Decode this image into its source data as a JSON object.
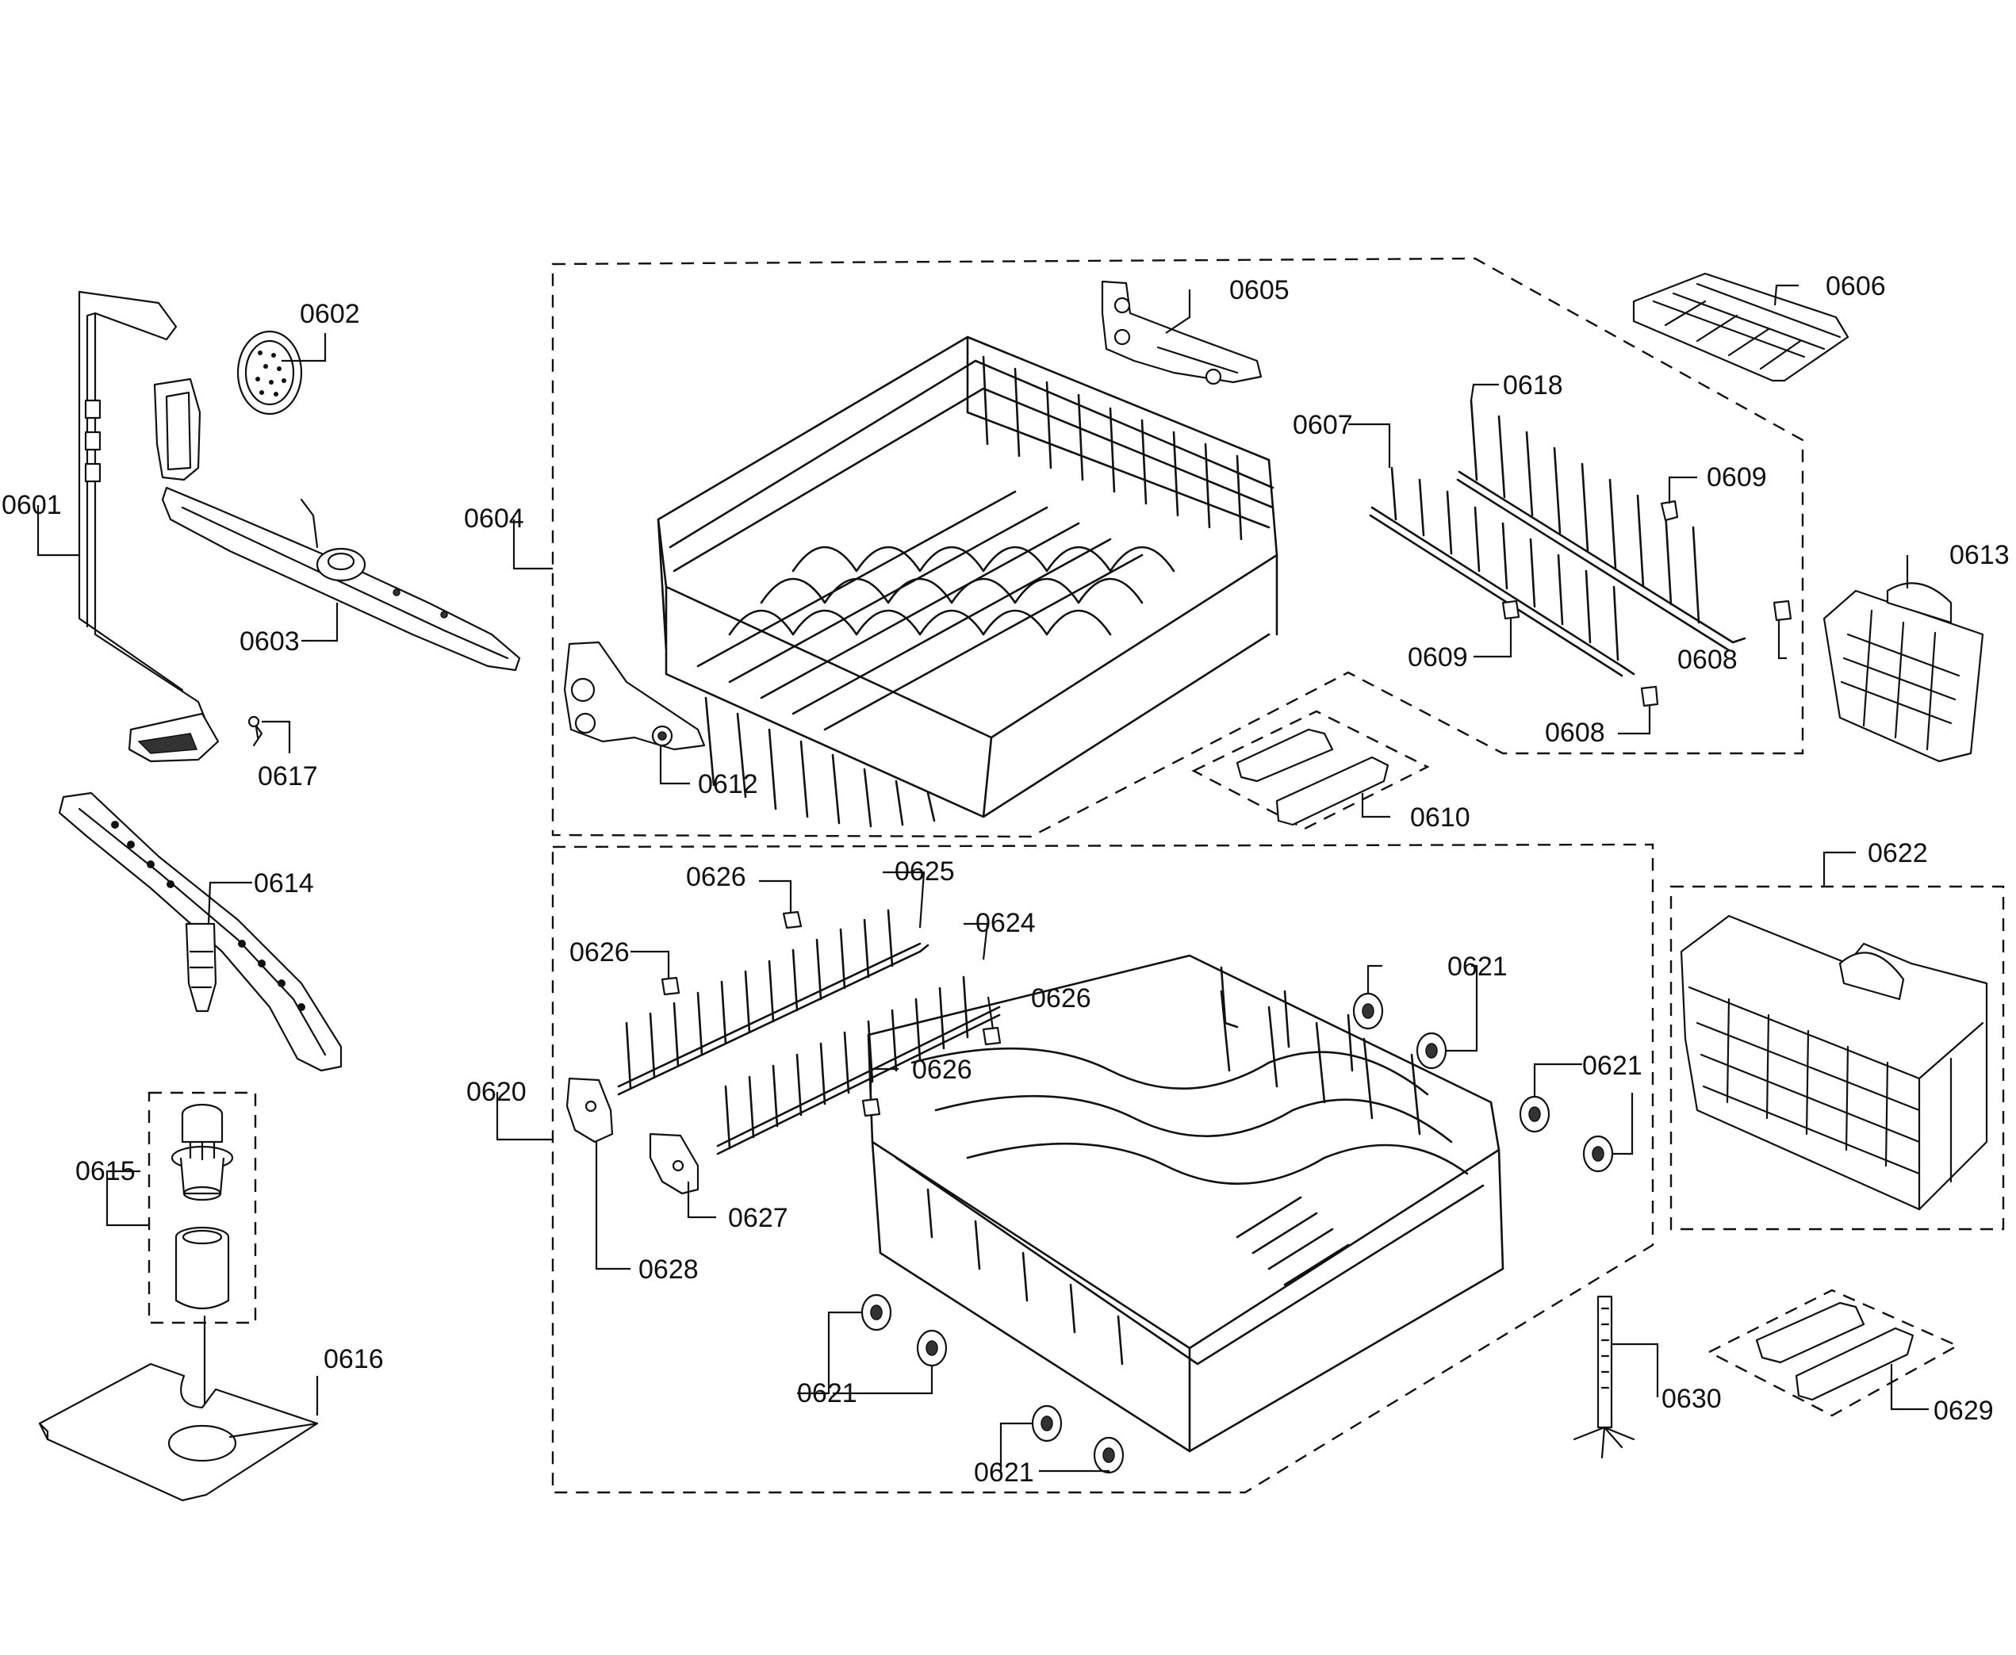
{
  "callouts": [
    {
      "id": "c0601",
      "text": "0601"
    },
    {
      "id": "c0602",
      "text": "0602"
    },
    {
      "id": "c0603",
      "text": "0603"
    },
    {
      "id": "c0604",
      "text": "0604"
    },
    {
      "id": "c0605",
      "text": "0605"
    },
    {
      "id": "c0606",
      "text": "0606"
    },
    {
      "id": "c0607",
      "text": "0607"
    },
    {
      "id": "c0618",
      "text": "0618"
    },
    {
      "id": "c0609a",
      "text": "0609"
    },
    {
      "id": "c0609b",
      "text": "0609"
    },
    {
      "id": "c0613",
      "text": "0613"
    },
    {
      "id": "c0608a",
      "text": "0608"
    },
    {
      "id": "c0608b",
      "text": "0608"
    },
    {
      "id": "c0612",
      "text": "0612"
    },
    {
      "id": "c0617",
      "text": "0617"
    },
    {
      "id": "c0610",
      "text": "0610"
    },
    {
      "id": "c0614",
      "text": "0614"
    },
    {
      "id": "c0626a",
      "text": "0626"
    },
    {
      "id": "c0625",
      "text": "0625"
    },
    {
      "id": "c0624",
      "text": "0624"
    },
    {
      "id": "c0626b",
      "text": "0626"
    },
    {
      "id": "c0626c",
      "text": "0626"
    },
    {
      "id": "c0626d",
      "text": "0626"
    },
    {
      "id": "c0622",
      "text": "0622"
    },
    {
      "id": "c0621a",
      "text": "0621"
    },
    {
      "id": "c0621b",
      "text": "0621"
    },
    {
      "id": "c0620",
      "text": "0620"
    },
    {
      "id": "c0615",
      "text": "0615"
    },
    {
      "id": "c0627",
      "text": "0627"
    },
    {
      "id": "c0628",
      "text": "0628"
    },
    {
      "id": "c0616",
      "text": "0616"
    },
    {
      "id": "c0621c",
      "text": "0621"
    },
    {
      "id": "c0630",
      "text": "0630"
    },
    {
      "id": "c0629",
      "text": "0629"
    },
    {
      "id": "c0621d",
      "text": "0621"
    }
  ]
}
